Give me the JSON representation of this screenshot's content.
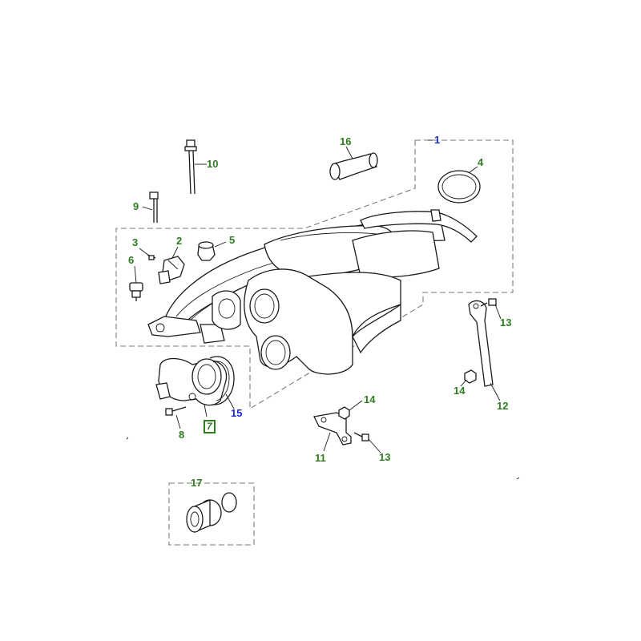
{
  "callouts": {
    "c1": {
      "label": "1",
      "color": "#1a2bd0"
    },
    "c2": {
      "label": "2",
      "color": "#2e7d1f"
    },
    "c3": {
      "label": "3",
      "color": "#2e7d1f"
    },
    "c4": {
      "label": "4",
      "color": "#2e7d1f"
    },
    "c5": {
      "label": "5",
      "color": "#2e7d1f"
    },
    "c6": {
      "label": "6",
      "color": "#2e7d1f"
    },
    "c7": {
      "label": "7",
      "color": "#2e7d1f"
    },
    "c8": {
      "label": "8",
      "color": "#2e7d1f"
    },
    "c9": {
      "label": "9",
      "color": "#2e7d1f"
    },
    "c10": {
      "label": "10",
      "color": "#2e7d1f"
    },
    "c11": {
      "label": "11",
      "color": "#2e7d1f"
    },
    "c12": {
      "label": "12",
      "color": "#2e7d1f"
    },
    "c13a": {
      "label": "13",
      "color": "#2e7d1f"
    },
    "c13b": {
      "label": "13",
      "color": "#2e7d1f"
    },
    "c14a": {
      "label": "14",
      "color": "#2e7d1f"
    },
    "c14b": {
      "label": "14",
      "color": "#2e7d1f"
    },
    "c15": {
      "label": "15",
      "color": "#1a2bd0"
    },
    "c16": {
      "label": "16",
      "color": "#2e7d1f"
    },
    "c17": {
      "label": "17",
      "color": "#2e7d1f"
    }
  }
}
